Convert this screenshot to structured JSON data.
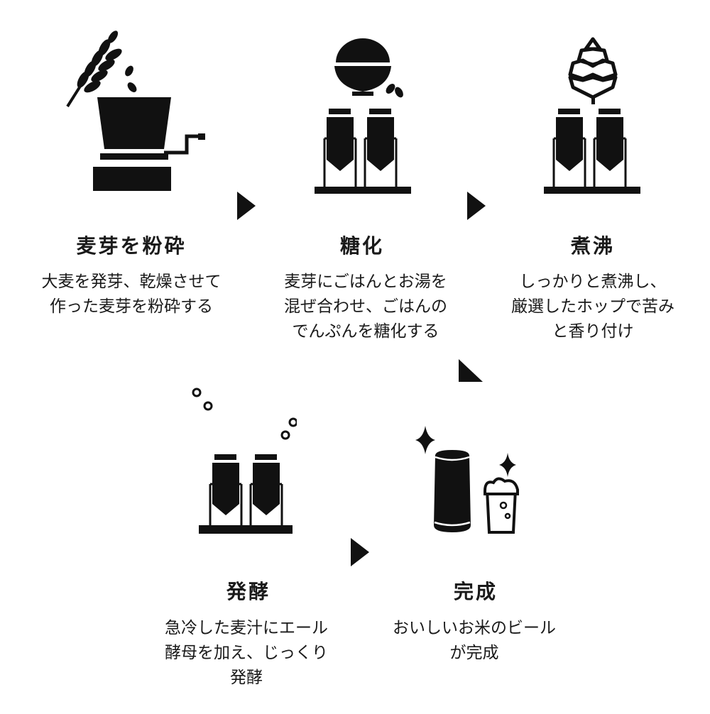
{
  "steps": [
    {
      "title": "麦芽を粉砕",
      "lines": [
        "大麦を発芽、乾燥させて",
        "作った麦芽を粉砕する"
      ]
    },
    {
      "title": "糖化",
      "lines": [
        "麦芽にごはんとお湯を",
        "混ぜ合わせ、ごはんの",
        "でんぷんを糖化する"
      ]
    },
    {
      "title": "煮沸",
      "lines": [
        "しっかりと煮沸し、",
        "厳選したホップで苦み",
        "と香り付け"
      ]
    },
    {
      "title": "発酵",
      "lines": [
        "急冷した麦汁にエール",
        "酵母を加え、じっくり",
        "発酵"
      ]
    },
    {
      "title": "完成",
      "lines": [
        "おいしいお米のビール",
        "が完成"
      ]
    }
  ],
  "icons": [
    "grinder-icon",
    "rice-tank-icon",
    "hop-tank-icon",
    "fermentation-tank-icon",
    "beer-can-icon"
  ],
  "colors": {
    "ink": "#111111",
    "text": "#1a1a1a",
    "background": "#ffffff"
  }
}
